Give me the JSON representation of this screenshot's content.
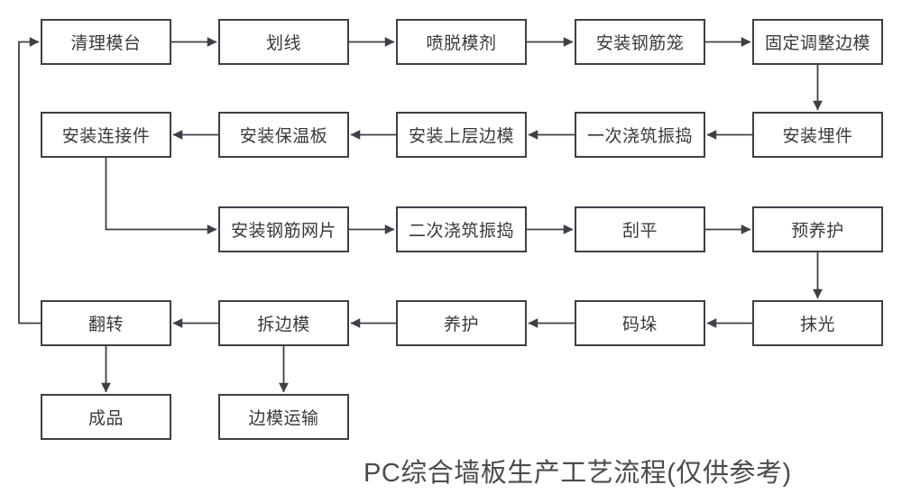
{
  "title": "PC综合墙板生产工艺流程(仅供参考)",
  "colors": {
    "line": "#3d4045",
    "box_border": "#3d4045",
    "text": "#38393d",
    "background": "#ffffff"
  },
  "nodes": [
    {
      "label": "清理模台"
    },
    {
      "label": "划线"
    },
    {
      "label": "喷脱模剂"
    },
    {
      "label": "安装钢筋笼"
    },
    {
      "label": "固定调整边模"
    },
    {
      "label": "安装连接件"
    },
    {
      "label": "安装保温板"
    },
    {
      "label": "安装上层边模"
    },
    {
      "label": "一次浇筑振捣"
    },
    {
      "label": "安装埋件"
    },
    {
      "label": "安装钢筋网片"
    },
    {
      "label": "二次浇筑振捣"
    },
    {
      "label": "刮平"
    },
    {
      "label": "预养护"
    },
    {
      "label": "翻转"
    },
    {
      "label": "拆边模"
    },
    {
      "label": "养护"
    },
    {
      "label": "码垛"
    },
    {
      "label": "抹光"
    },
    {
      "label": "成品"
    },
    {
      "label": "边模运输"
    }
  ],
  "flow_edges": [
    "清理模台→划线",
    "划线→喷脱模剂",
    "喷脱模剂→安装钢筋笼",
    "安装钢筋笼→固定调整边模",
    "固定调整边模→安装埋件",
    "安装埋件→一次浇筑振捣",
    "一次浇筑振捣→安装上层边模",
    "安装上层边模→安装保温板",
    "安装保温板→安装连接件",
    "安装连接件→安装钢筋网片",
    "安装钢筋网片→二次浇筑振捣",
    "二次浇筑振捣→刮平",
    "刮平→预养护",
    "预养护→抹光",
    "抹光→码垛",
    "码垛→养护",
    "养护→拆边模",
    "拆边模→翻转",
    "翻转→清理模台",
    "翻转→成品",
    "拆边模→边模运输"
  ]
}
